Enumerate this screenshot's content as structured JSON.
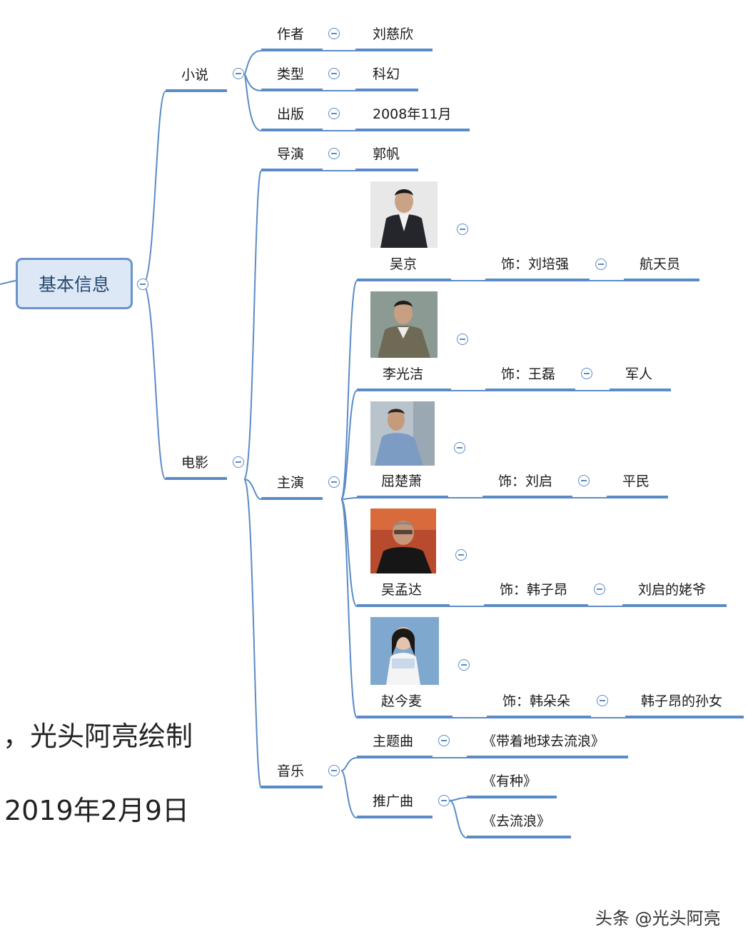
{
  "root": {
    "label": "基本信息"
  },
  "novel": {
    "label": "小说",
    "author": {
      "label": "作者",
      "value": "刘慈欣"
    },
    "genre": {
      "label": "类型",
      "value": "科幻"
    },
    "publish": {
      "label": "出版",
      "value": "2008年11月"
    }
  },
  "film": {
    "label": "电影",
    "director": {
      "label": "导演",
      "value": "郭帆"
    },
    "cast_label": "主演",
    "cast": [
      {
        "actor": "吴京",
        "role": "饰：刘培强",
        "identity": "航天员"
      },
      {
        "actor": "李光洁",
        "role": "饰：王磊",
        "identity": "军人"
      },
      {
        "actor": "屈楚萧",
        "role": "饰：刘启",
        "identity": "平民"
      },
      {
        "actor": "吴孟达",
        "role": "饰：韩子昂",
        "identity": "刘启的姥爷"
      },
      {
        "actor": "赵今麦",
        "role": "饰：韩朵朵",
        "identity": "韩子昂的孙女"
      }
    ],
    "music": {
      "label": "音乐",
      "theme": {
        "label": "主题曲",
        "value": "《带着地球去流浪》"
      },
      "promo": {
        "label": "推广曲",
        "values": [
          "《有种》",
          "《去流浪》"
        ]
      }
    }
  },
  "notes": {
    "author": "，光头阿亮绘制",
    "date": "2019年2月9日"
  },
  "watermark": "头条 @光头阿亮",
  "colors": {
    "line": "#5b8bc6",
    "root_fill": "#dce8f6",
    "root_border": "#6b93c8"
  }
}
